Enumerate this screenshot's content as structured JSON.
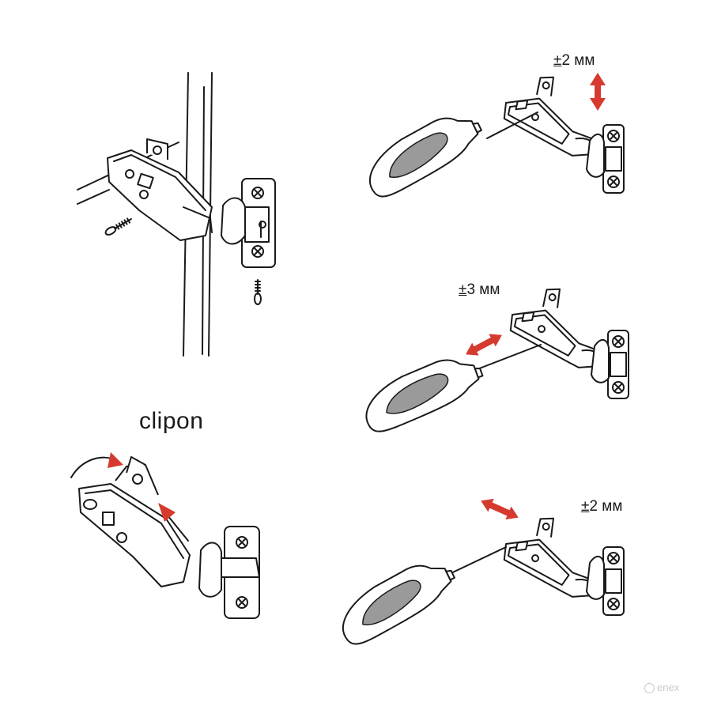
{
  "title": "clipon",
  "adjustments": [
    {
      "sign": "±",
      "value": "2 мм"
    },
    {
      "sign": "±",
      "value": "3 мм"
    },
    {
      "sign": "±",
      "value": "2 мм"
    }
  ],
  "watermark": "enex",
  "colors": {
    "arrow": "#d63a2f",
    "line": "#1a1a1a",
    "background": "#ffffff"
  },
  "icons": [
    "hinge",
    "screwdriver",
    "screw",
    "double-arrow",
    "curved-arrow"
  ]
}
